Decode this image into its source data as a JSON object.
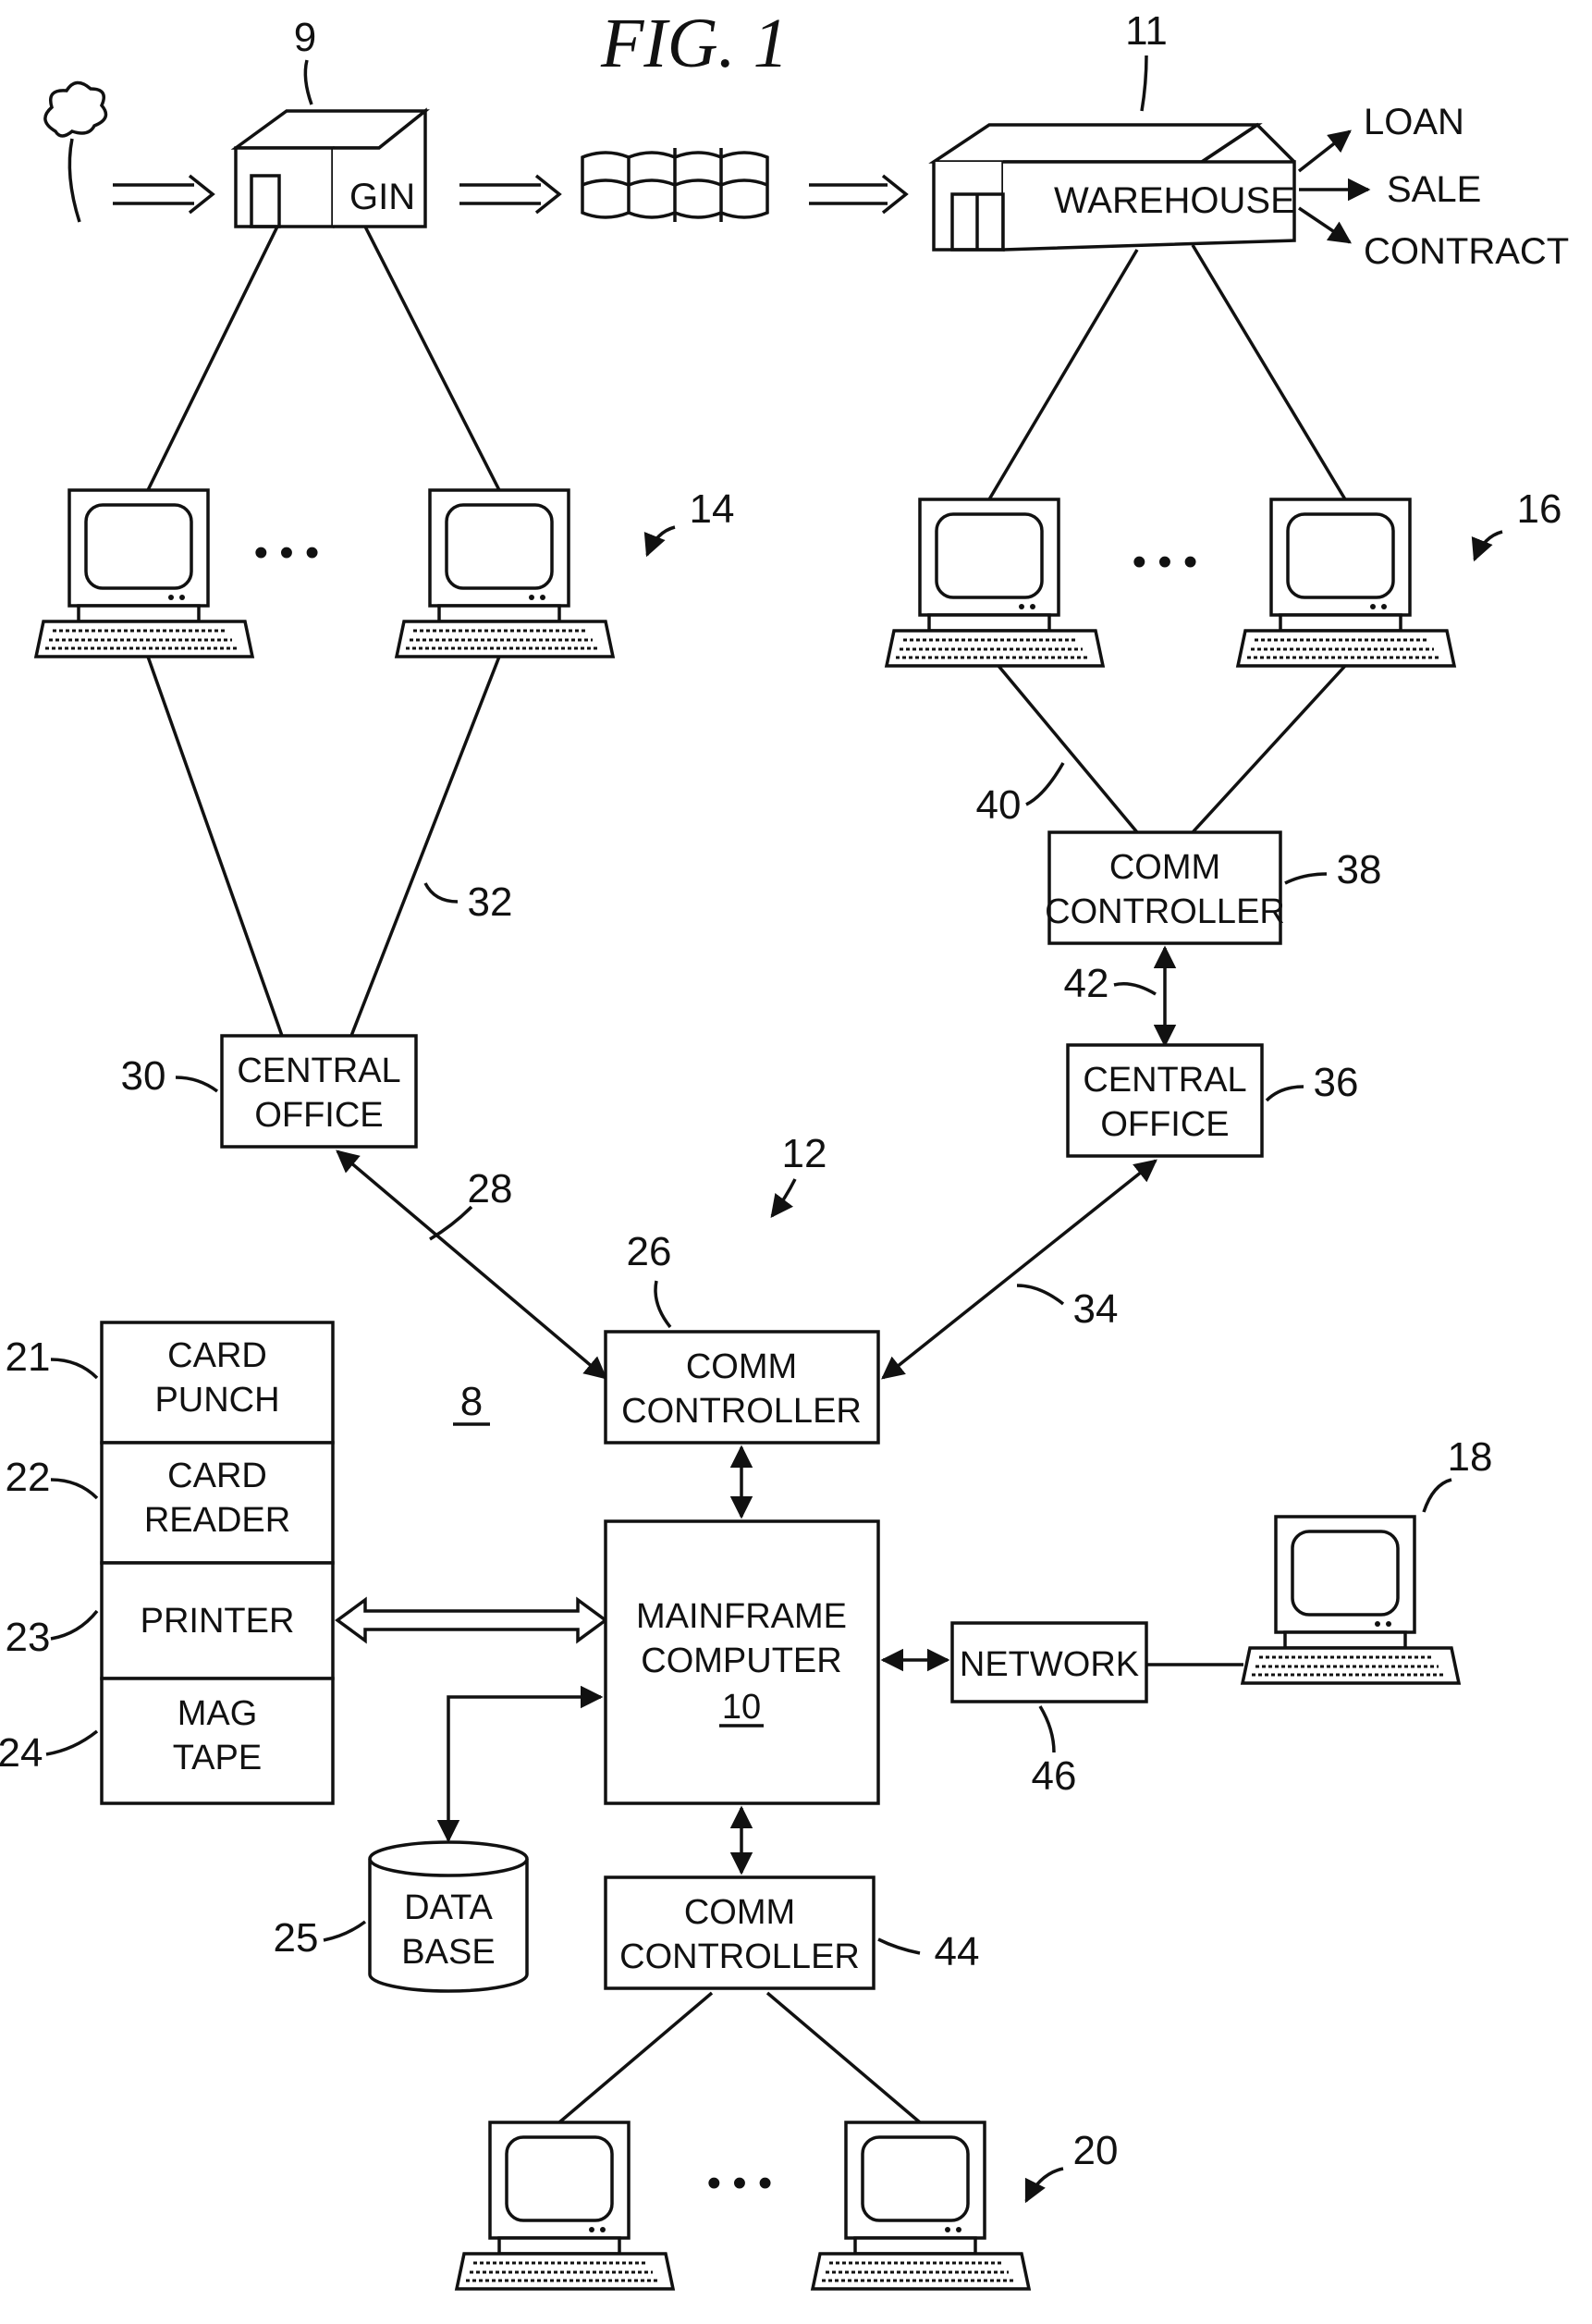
{
  "title": "FIG. 1",
  "refs": {
    "r9": "9",
    "r11": "11",
    "r14": "14",
    "r16": "16",
    "r12": "12",
    "r8": "8",
    "r18": "18",
    "r20": "20",
    "r21": "21",
    "r22": "22",
    "r23": "23",
    "r24": "24",
    "r25": "25",
    "r26": "26",
    "r28": "28",
    "r30": "30",
    "r32": "32",
    "r34": "34",
    "r36": "36",
    "r38": "38",
    "r40": "40",
    "r42": "42",
    "r44": "44",
    "r46": "46"
  },
  "gin": {
    "label": "GIN"
  },
  "warehouse": {
    "label": "WAREHOUSE"
  },
  "outputs": {
    "loan": "LOAN",
    "sale": "SALE",
    "contract": "CONTRACT"
  },
  "central_office_left": {
    "line1": "CENTRAL",
    "line2": "OFFICE"
  },
  "central_office_right": {
    "line1": "CENTRAL",
    "line2": "OFFICE"
  },
  "comm_controller_top_right": {
    "line1": "COMM",
    "line2": "CONTROLLER"
  },
  "comm_controller_center": {
    "line1": "COMM",
    "line2": "CONTROLLER"
  },
  "comm_controller_bottom": {
    "line1": "COMM",
    "line2": "CONTROLLER"
  },
  "mainframe": {
    "line1": "MAINFRAME",
    "line2": "COMPUTER",
    "ref": "10"
  },
  "network": {
    "label": "NETWORK"
  },
  "database": {
    "line1": "DATA",
    "line2": "BASE"
  },
  "peripherals": {
    "card_punch": {
      "line1": "CARD",
      "line2": "PUNCH"
    },
    "card_reader": {
      "line1": "CARD",
      "line2": "READER"
    },
    "printer": {
      "line1": "PRINTER"
    },
    "mag_tape": {
      "line1": "MAG",
      "line2": "TAPE"
    }
  },
  "ellipsis": "• • •"
}
